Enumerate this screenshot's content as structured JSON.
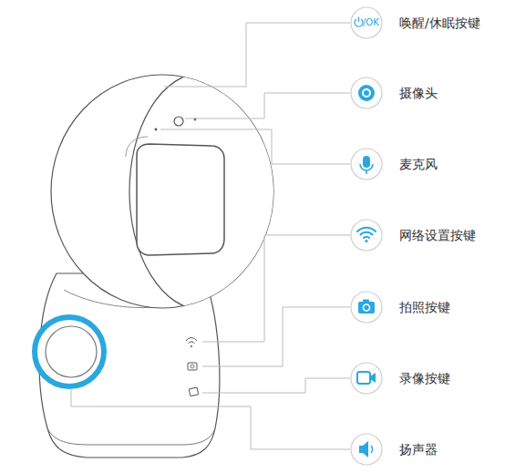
{
  "diagram": {
    "labels": [
      "/OK",
      "唤醒/休眠按键",
      "摄像头",
      "麦克风",
      "网络设置按键",
      "拍照按键",
      "录像按键",
      "扬声器"
    ]
  }
}
